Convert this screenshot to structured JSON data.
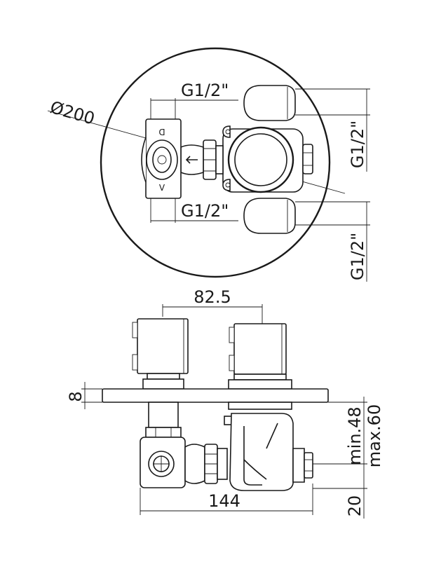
{
  "top_view": {
    "diameter_label": "Ø200",
    "thread_upper_horizontal": "G1/2\"",
    "thread_lower_horizontal": "G1/2\"",
    "thread_upper_vertical": "G1/2\"",
    "thread_lower_vertical": "G1/2\"",
    "diverter_mark_top": "D",
    "diverter_mark_bottom": "V"
  },
  "side_view": {
    "handle_spacing_label": "82.5",
    "plate_thickness_label": "8",
    "depth_min_label": "min.48",
    "depth_max_label": "max.60",
    "width_label": "144",
    "offset_label": "20"
  }
}
